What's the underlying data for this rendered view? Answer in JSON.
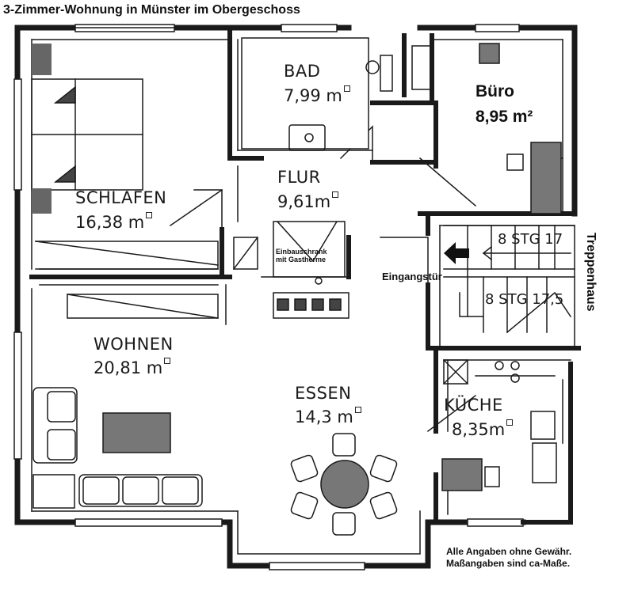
{
  "title": "3-Zimmer-Wohnung in Münster im Obergeschoss",
  "rooms": {
    "bad": {
      "name": "BAD",
      "area": "7,99 m"
    },
    "buero": {
      "name": "Büro",
      "area": "8,95 m²"
    },
    "flur": {
      "name": "FLUR",
      "area": "9,61m"
    },
    "schlafen": {
      "name": "SCHLAFEN",
      "area": "16,38 m"
    },
    "wohnen": {
      "name": "WOHNEN",
      "area": "20,81 m"
    },
    "essen": {
      "name": "ESSEN",
      "area": "14,3 m"
    },
    "kueche": {
      "name": "KÜCHE",
      "area": "8,35m"
    }
  },
  "labels": {
    "einbauschrank_line1": "Einbauschrank",
    "einbauschrank_line2": "mit Gastherme",
    "eingangstuer": "Eingangstür",
    "treppenhaus": "Treppenhaus",
    "stairs_upper": "8 STG 17",
    "stairs_lower": "8 STG 17,5"
  },
  "note": {
    "line1": "Alle Angaben ohne Gewähr.",
    "line2": "Maßangaben sind ca-Maße."
  }
}
